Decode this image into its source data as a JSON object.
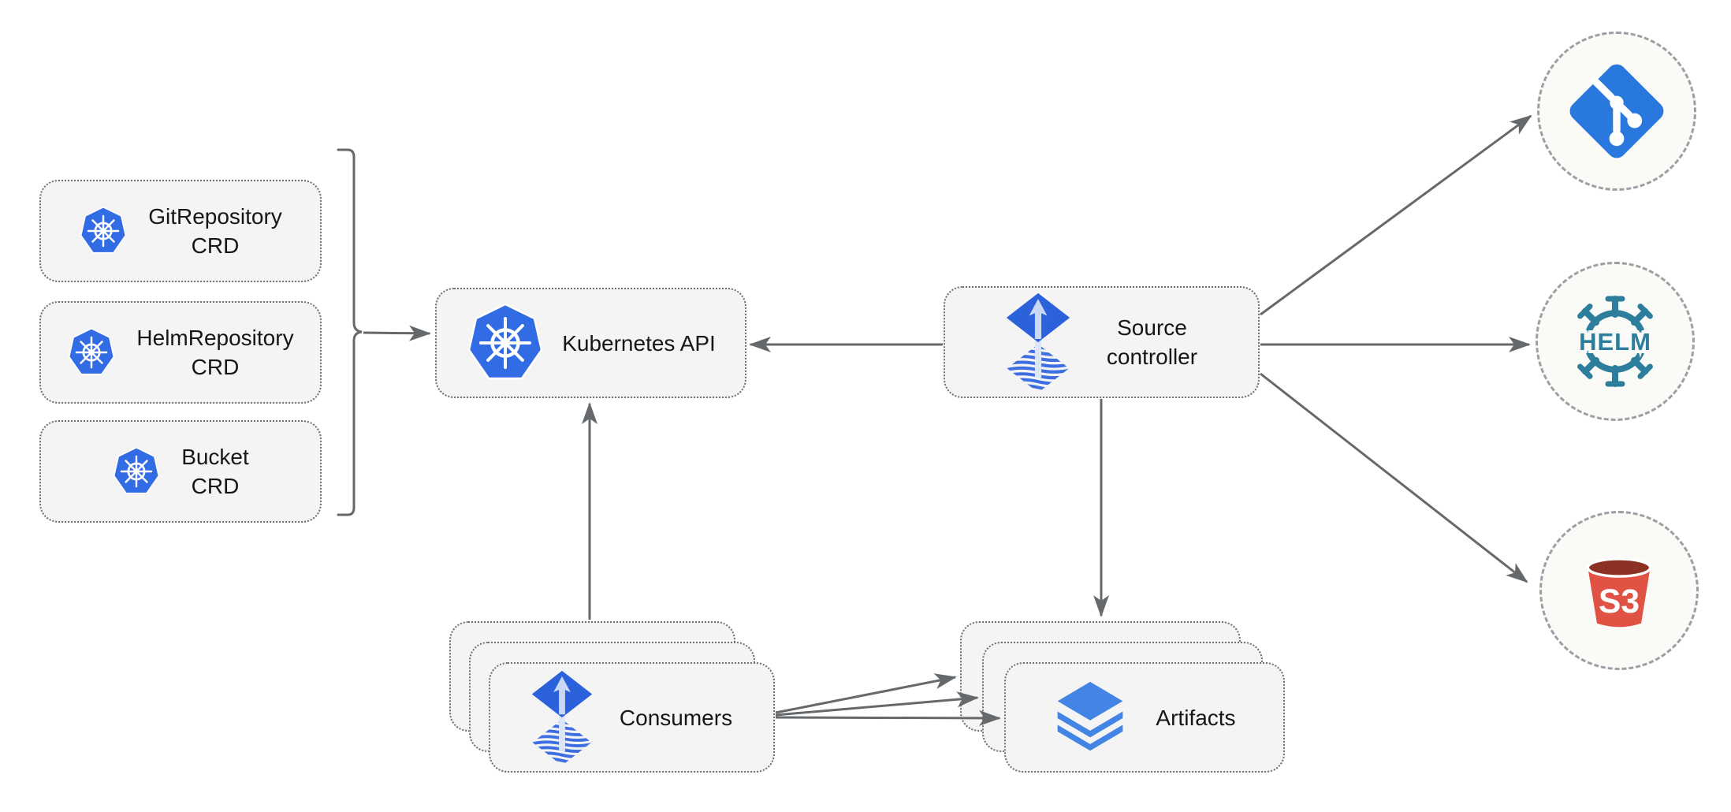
{
  "diagram": {
    "type": "architecture-diagram",
    "nodes": {
      "crds": [
        {
          "line1": "GitRepository",
          "line2": "CRD",
          "icon": "kubernetes-icon"
        },
        {
          "line1": "HelmRepository",
          "line2": "CRD",
          "icon": "kubernetes-icon"
        },
        {
          "line1": "Bucket",
          "line2": "CRD",
          "icon": "kubernetes-icon"
        }
      ],
      "kubernetes_api": {
        "label": "Kubernetes API",
        "icon": "kubernetes-icon"
      },
      "source_controller": {
        "line1": "Source",
        "line2": "controller",
        "icon": "flux-icon"
      },
      "consumers": {
        "label": "Consumers",
        "icon": "flux-icon",
        "stacked": 3
      },
      "artifacts": {
        "label": "Artifacts",
        "icon": "layers-icon",
        "stacked": 3
      },
      "externals": {
        "git": {
          "icon": "git-icon"
        },
        "helm": {
          "icon": "helm-icon",
          "wordmark": "HELM"
        },
        "s3": {
          "icon": "s3-bucket-icon",
          "wordmark": "S3"
        }
      }
    },
    "edges": [
      {
        "from": "crds-bracket",
        "to": "kubernetes_api"
      },
      {
        "from": "source_controller",
        "to": "kubernetes_api"
      },
      {
        "from": "consumers",
        "to": "kubernetes_api"
      },
      {
        "from": "source_controller",
        "to": "artifacts"
      },
      {
        "from": "source_controller",
        "to": "git"
      },
      {
        "from": "source_controller",
        "to": "helm"
      },
      {
        "from": "source_controller",
        "to": "s3"
      },
      {
        "from": "consumers",
        "to": "artifacts",
        "count": 3
      }
    ],
    "colors": {
      "kubernetes_blue": "#326ce5",
      "flux_blue": "#2b62db",
      "flux_stripe_blue": "#3e6fe2",
      "flux_arrow_light": "#c8d8f5",
      "git_blue": "#2878de",
      "helm_teal": "#2d7d9d",
      "s3_red": "#e05243",
      "s3_dark_red": "#8c3123",
      "layers_blue": "#4285e4",
      "box_fill": "#f4f4f4",
      "circle_fill": "#fafaf6",
      "connector_gray": "#66696c",
      "border_dotted": "#6e6e6e",
      "border_dashed": "#9aa0a3"
    }
  }
}
